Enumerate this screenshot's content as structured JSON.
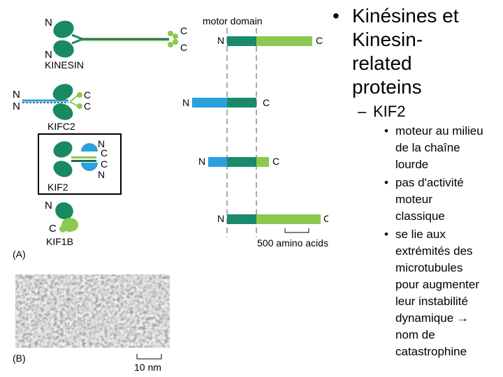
{
  "figure": {
    "motor_domain_label": "motor domain",
    "scale_bar_label": "500 amino acids",
    "nm_scale_label": "10 nm",
    "panel_a_label": "(A)",
    "panel_b_label": "(B)",
    "proteins": [
      {
        "name": "KINESIN",
        "n_label": "N",
        "c_label": "C"
      },
      {
        "name": "KIFC2",
        "n_label": "N",
        "c_label": "C"
      },
      {
        "name": "KIF2",
        "n_label": "N",
        "c_label": "C"
      },
      {
        "name": "KIF1B",
        "n_label": "N",
        "c_label": "C"
      }
    ],
    "colors": {
      "motor_domain": "#1a8a6a",
      "tail": "#8cc850",
      "blue": "#2aa0dc",
      "head": "#178a60"
    }
  },
  "text": {
    "title_lines": [
      "Kinésines et",
      "Kinesin-",
      "related",
      "proteins"
    ],
    "subtitle": "KIF2",
    "bullets": [
      [
        "moteur au milieu",
        "de la chaîne",
        "lourde"
      ],
      [
        "pas d'activité",
        "moteur",
        "classique"
      ],
      [
        "se lie aux",
        "extrémités des",
        "microtubules",
        "pour augmenter",
        "leur instabilité",
        "dynamique → ",
        "nom de",
        "catastrophine"
      ]
    ]
  }
}
